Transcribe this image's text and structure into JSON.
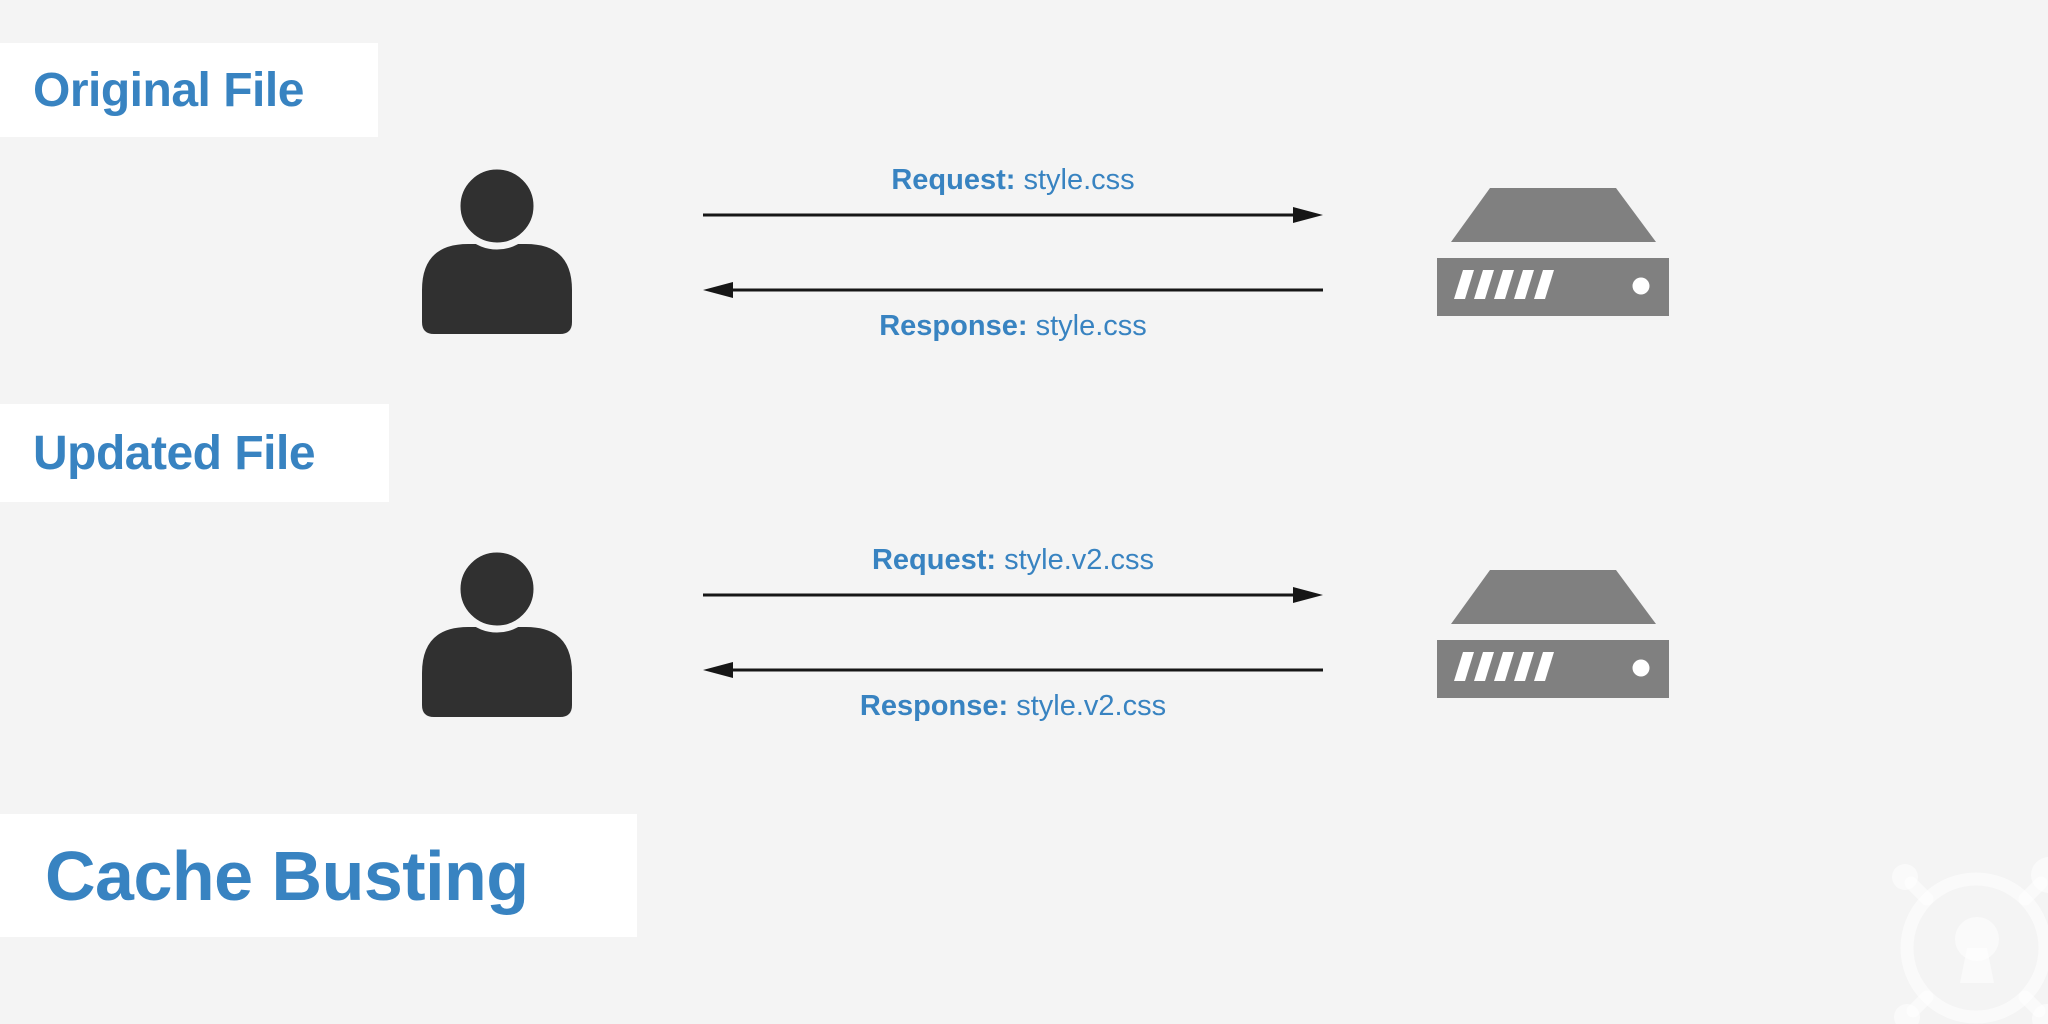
{
  "title": {
    "text": "Cache Busting"
  },
  "sections": [
    {
      "label": "Original File",
      "request": {
        "label": "Request:",
        "value": "style.css"
      },
      "response": {
        "label": "Response:",
        "value": "style.css"
      }
    },
    {
      "label": "Updated File",
      "request": {
        "label": "Request:",
        "value": "style.v2.css"
      },
      "response": {
        "label": "Response:",
        "value": "style.v2.css"
      }
    }
  ],
  "icons": {
    "client": "user-icon",
    "server": "server-icon",
    "request_arrow": "arrow-right-icon",
    "response_arrow": "arrow-left-icon",
    "watermark": "lock-bug-icon"
  },
  "colors": {
    "background": "#f4f4f4",
    "panel": "#ffffff",
    "accent_blue": "#3883c1",
    "person_dark": "#303030",
    "server_gray": "#808080",
    "arrow_black": "#161616",
    "watermark_white": "rgba(255,255,255,0.55)"
  }
}
